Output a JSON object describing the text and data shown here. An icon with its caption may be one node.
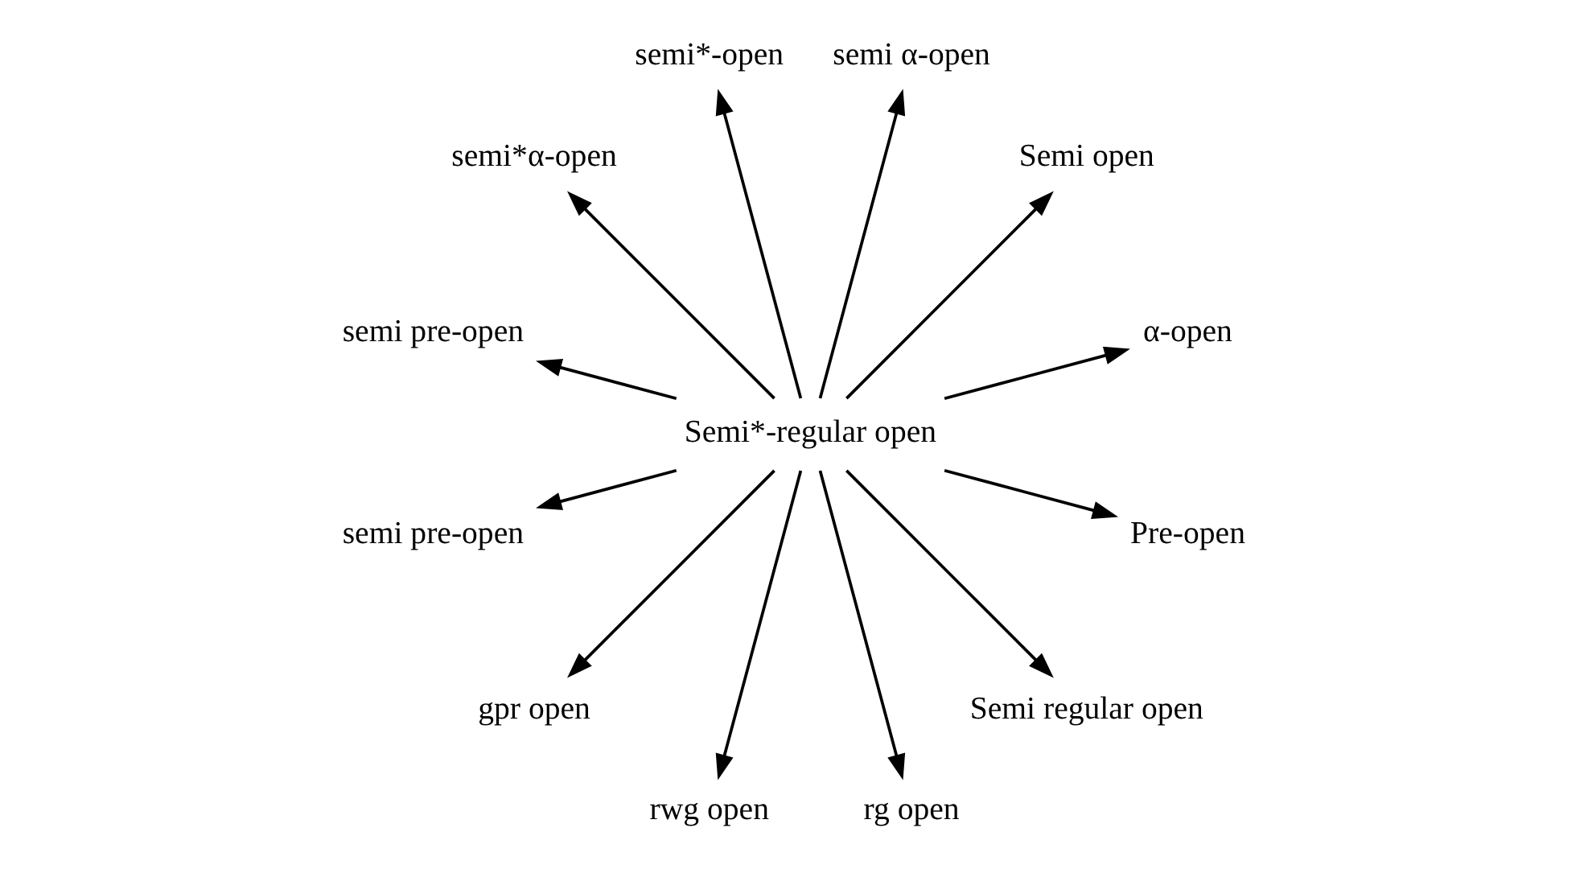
{
  "diagram": {
    "nodes": [
      {
        "text": [
          "Semi*-regular open"
        ]
      },
      {
        "text": [
          "α-open"
        ]
      },
      {
        "text": [
          "Semi open"
        ]
      },
      {
        "text": [
          "semi α-open"
        ]
      },
      {
        "text": [
          "semi*-open"
        ]
      },
      {
        "text": [
          "semi*α-open"
        ]
      },
      {
        "text": [
          "semi pre-open"
        ]
      },
      {
        "text": [
          "semi pre-open"
        ]
      },
      {
        "text": [
          "gpr open"
        ]
      },
      {
        "text": [
          "rwg open"
        ]
      },
      {
        "text": [
          "rg open"
        ]
      },
      {
        "text": [
          "Semi regular open"
        ]
      },
      {
        "text": [
          "Pre-open"
        ]
      }
    ],
    "edges": [
      {
        "from": 0,
        "to": 1,
        "arrow": "to"
      },
      {
        "from": 0,
        "to": 2,
        "arrow": "to"
      },
      {
        "from": 0,
        "to": 3,
        "arrow": "to"
      },
      {
        "from": 0,
        "to": 4,
        "arrow": "to"
      },
      {
        "from": 0,
        "to": 5,
        "arrow": "to"
      },
      {
        "from": 0,
        "to": 6,
        "arrow": "to"
      },
      {
        "from": 0,
        "to": 7,
        "arrow": "to"
      },
      {
        "from": 0,
        "to": 8,
        "arrow": "to"
      },
      {
        "from": 0,
        "to": 9,
        "arrow": "to"
      },
      {
        "from": 0,
        "to": 10,
        "arrow": "to"
      },
      {
        "from": 0,
        "to": 11,
        "arrow": "to"
      },
      {
        "from": 0,
        "to": 12,
        "arrow": "to"
      }
    ]
  }
}
